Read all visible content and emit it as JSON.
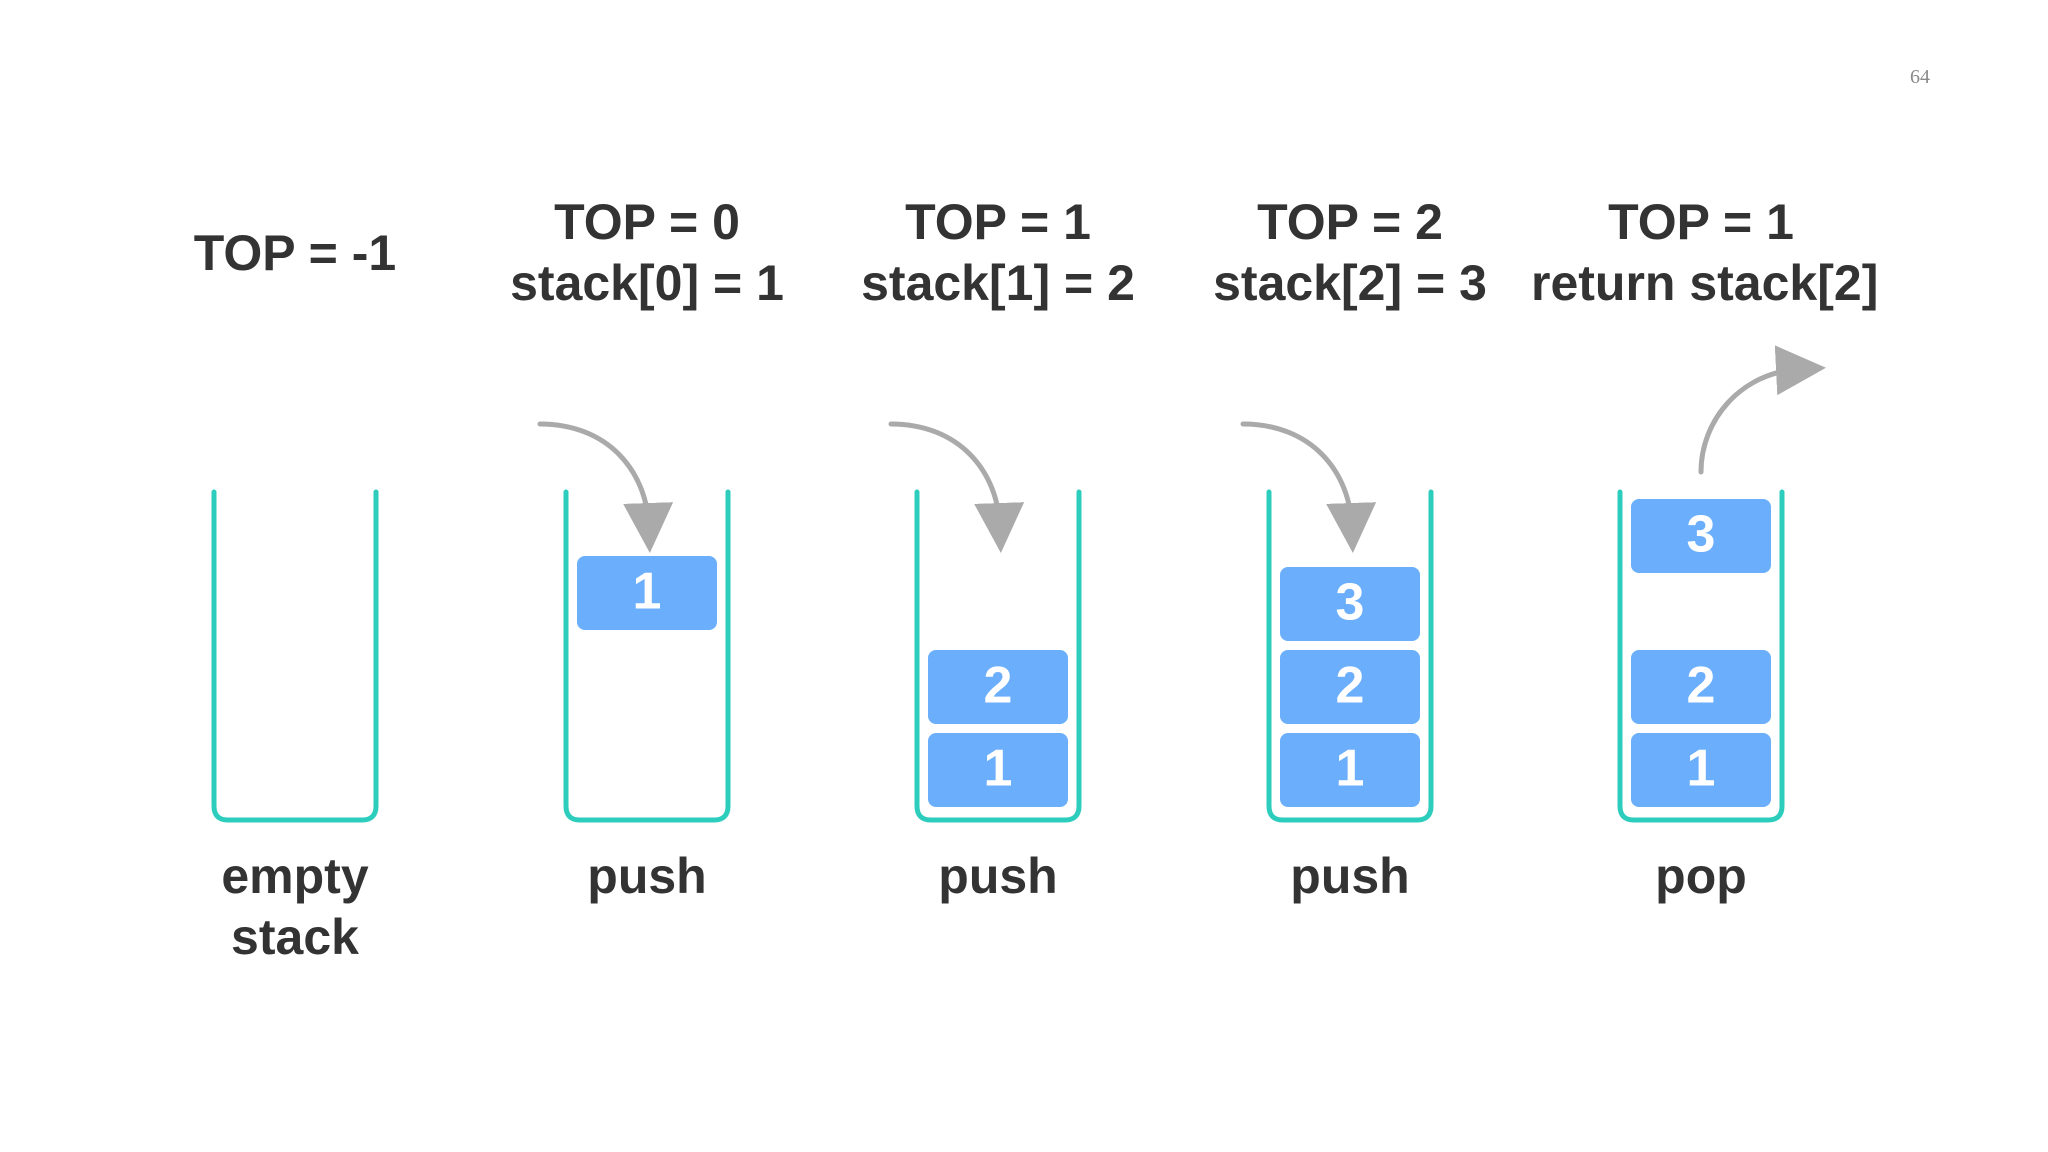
{
  "page_number": "64",
  "colors": {
    "container": "#2ccdbd",
    "block_fill": "#6aaefc",
    "block_text": "#ffffff",
    "arrow": "#aaaaaa",
    "text": "#333333"
  },
  "frames": [
    {
      "title": [
        "TOP = -1"
      ],
      "caption": [
        "empty",
        "stack"
      ],
      "blocks": [],
      "arrow": "none"
    },
    {
      "title": [
        "TOP = 0",
        "stack[0] = 1"
      ],
      "caption": [
        "push"
      ],
      "blocks": [
        "1"
      ],
      "arrow": "in"
    },
    {
      "title": [
        "TOP = 1",
        "stack[1] = 2"
      ],
      "caption": [
        "push"
      ],
      "blocks": [
        "1",
        "2"
      ],
      "arrow": "in"
    },
    {
      "title": [
        "TOP = 2",
        "stack[2] = 3"
      ],
      "caption": [
        "push"
      ],
      "blocks": [
        "1",
        "2",
        "3"
      ],
      "arrow": "in"
    },
    {
      "title": [
        "TOP = 1",
        "return stack[2]"
      ],
      "caption": [
        "pop"
      ],
      "blocks": [
        "1",
        "2",
        "3"
      ],
      "popped": "3",
      "arrow": "out"
    }
  ]
}
